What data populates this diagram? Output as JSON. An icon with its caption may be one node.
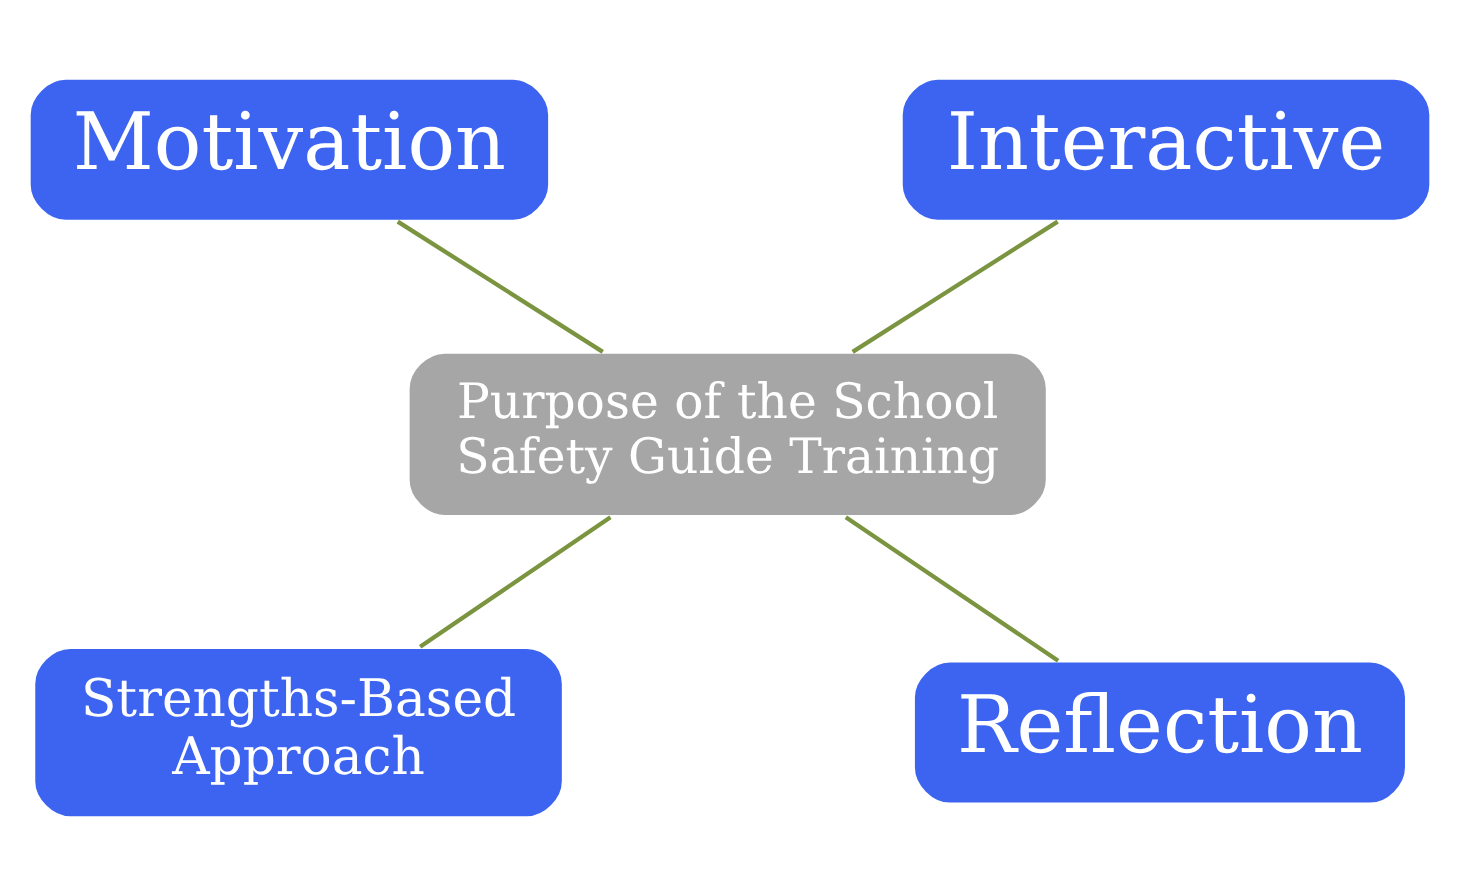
{
  "diagram": {
    "nodes": [
      {
        "text": [
          "Purpose of the School Safety Guide Training"
        ]
      },
      {
        "text": [
          "Motivation"
        ]
      },
      {
        "text": [
          "Interactive"
        ]
      },
      {
        "text": [
          "Strengths-Based Approach"
        ]
      },
      {
        "text": [
          "Reflection"
        ]
      }
    ],
    "edges": [
      {
        "from": 1,
        "to": 0,
        "arrow": "none"
      },
      {
        "from": 2,
        "to": 0,
        "arrow": "none"
      },
      {
        "from": 0,
        "to": 3,
        "arrow": "none"
      },
      {
        "from": 0,
        "to": 4,
        "arrow": "none"
      }
    ]
  }
}
